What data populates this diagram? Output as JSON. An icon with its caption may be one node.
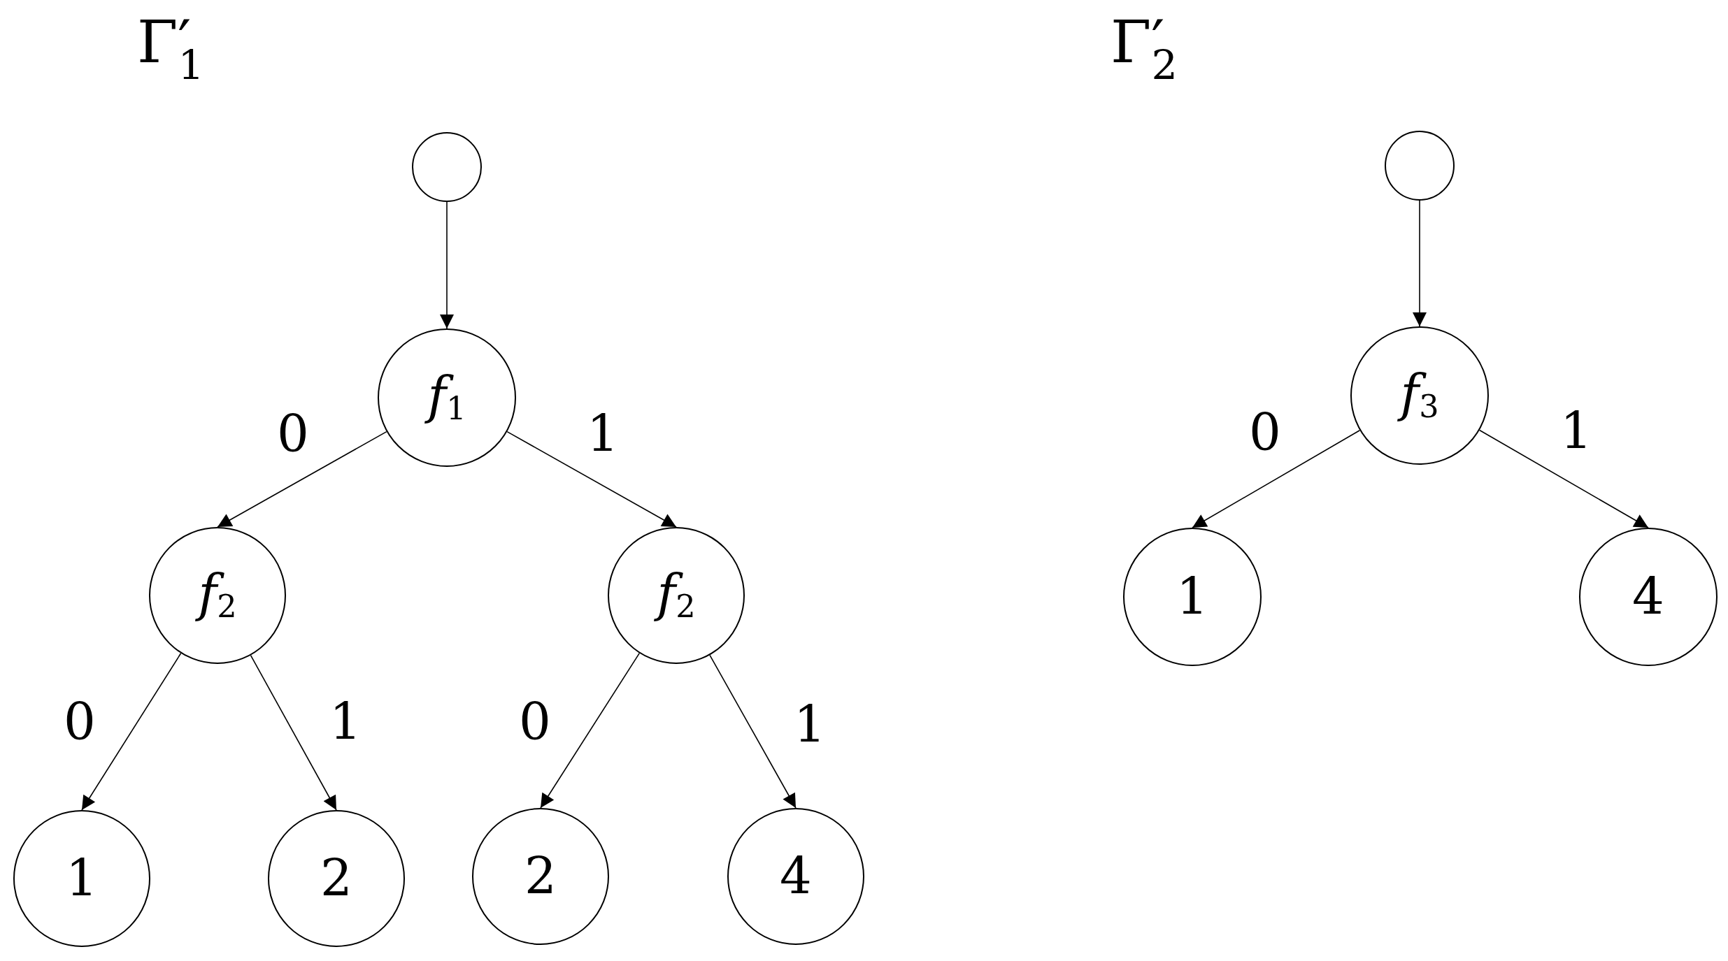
{
  "diagram": {
    "nodes": [
      {
        "text": [],
        "shape": "circle"
      },
      {
        "text": [
          "*f*$_{1}$"
        ]
      },
      {
        "text": [
          "*f*$_{2}$"
        ]
      },
      {
        "text": [
          "*f*$_{2}$"
        ]
      },
      {
        "text": [
          "1"
        ]
      },
      {
        "text": [
          "2"
        ]
      },
      {
        "text": [
          "2"
        ]
      },
      {
        "text": [
          "4"
        ]
      },
      {
        "text": [],
        "shape": "circle"
      },
      {
        "text": [
          "*f*$_{3}$"
        ]
      },
      {
        "text": [
          "1"
        ]
      },
      {
        "text": [
          "4"
        ]
      }
    ],
    "edges": [
      {
        "from": 0,
        "to": 1,
        "arrow": "to"
      },
      {
        "from": 1,
        "to": 2,
        "label": "0",
        "arrow": "to"
      },
      {
        "from": 1,
        "to": 3,
        "label": "1",
        "arrow": "to"
      },
      {
        "from": 2,
        "to": 4,
        "label": "0",
        "arrow": "to"
      },
      {
        "from": 2,
        "to": 5,
        "label": "1",
        "arrow": "to"
      },
      {
        "from": 3,
        "to": 6,
        "label": "0",
        "arrow": "to"
      },
      {
        "from": 3,
        "to": 7,
        "label": "1",
        "arrow": "to"
      },
      {
        "from": 8,
        "to": 9,
        "arrow": "to"
      },
      {
        "from": 9,
        "to": 10,
        "label": "0",
        "arrow": "to"
      },
      {
        "from": 9,
        "to": 11,
        "label": "1",
        "arrow": "to"
      }
    ],
    "labels": [
      "Γ′$_{1}$",
      "Γ′$_{2}$"
    ]
  }
}
